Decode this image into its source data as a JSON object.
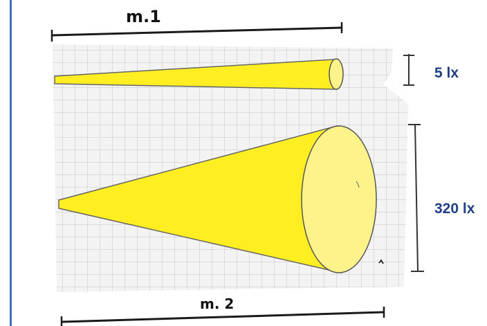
{
  "labels": {
    "distance_1": "m.1",
    "distance_2": "m. 2",
    "illuminance_1": "5 lx",
    "illuminance_2": "320 lx"
  },
  "colors": {
    "accent_rule": "#3f6fb8",
    "beam_fill": "#ffee22",
    "beam_face": "#fdf38a",
    "grid_line": "#c9c9c9",
    "grid_paper": "#f4f4f4",
    "lux_text": "#1f3f86",
    "ink": "#1a1a1a"
  }
}
